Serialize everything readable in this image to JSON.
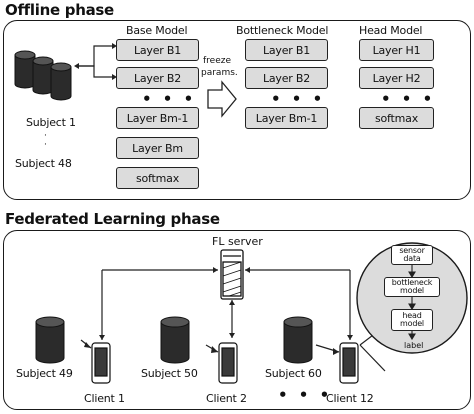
{
  "offline": {
    "title": "Offline phase",
    "subject_first": "Subject 1",
    "subject_last": "Subject 48",
    "base_model": {
      "title": "Base Model",
      "layers": [
        "Layer B1",
        "Layer B2",
        "Layer Bm-1",
        "Layer Bm",
        "softmax"
      ]
    },
    "freeze_label": [
      "freeze",
      "params."
    ],
    "bottleneck_model": {
      "title": "Bottleneck Model",
      "layers": [
        "Layer B1",
        "Layer B2",
        "Layer Bm-1"
      ]
    },
    "head_model": {
      "title": "Head Model",
      "layers": [
        "Layer H1",
        "Layer H2",
        "softmax"
      ]
    },
    "ellipsis": "• • •"
  },
  "federated": {
    "title": "Federated Learning phase",
    "server_label": "FL server",
    "subjects": [
      "Subject 49",
      "Subject 50",
      "Subject 60"
    ],
    "clients": [
      "Client 1",
      "Client 2",
      "Client 12"
    ],
    "ellipsis": "• • •",
    "client_detail": [
      "sensor data",
      "bottleneck model",
      "head model",
      "label"
    ]
  }
}
